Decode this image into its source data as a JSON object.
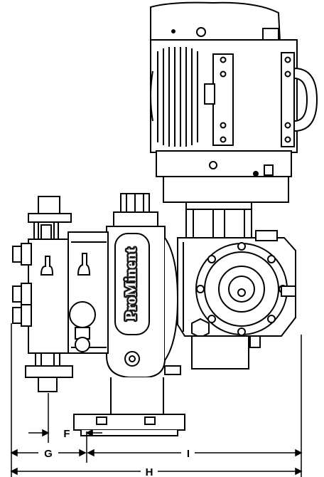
{
  "brand": {
    "name": "ProMinent"
  },
  "dimensions": {
    "f": "F",
    "g": "G",
    "h": "H",
    "i": "I"
  },
  "colors": {
    "ink": "#000000",
    "paper": "#ffffff",
    "brand_fill": "#1a1a1a"
  }
}
